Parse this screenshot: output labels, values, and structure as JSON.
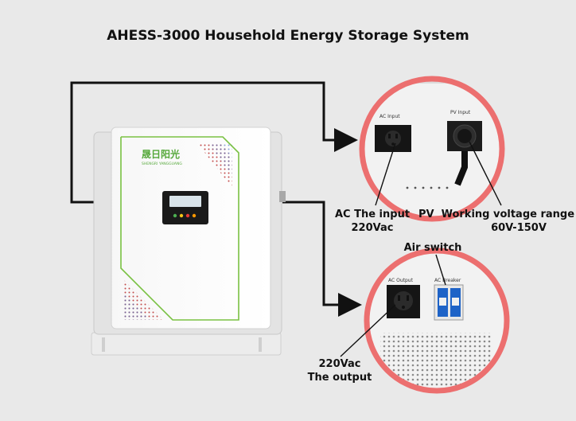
{
  "title": "AHESS-3000 Household Energy Storage System",
  "brand": {
    "name": "晟日阳光",
    "sub": "SHENGRI YANGGUANG"
  },
  "top_panel": {
    "ac_label": "AC Input",
    "pv_label": "PV Input"
  },
  "bottom_panel": {
    "ac_label": "AC Output",
    "breaker_label": "AC Breaker"
  },
  "callouts": {
    "ac_input_line1": "AC The input",
    "ac_input_line2": "220Vac",
    "pv_line1": "PV  Working voltage range",
    "pv_line2": "60V-150V",
    "air_switch": "Air switch",
    "output_line1": "220Vac",
    "output_line2": "The output"
  },
  "colors": {
    "ring": "#ec6f6f",
    "green_line": "#7ac143",
    "brand_green": "#55a83a",
    "breaker_blue": "#1e63c7"
  }
}
